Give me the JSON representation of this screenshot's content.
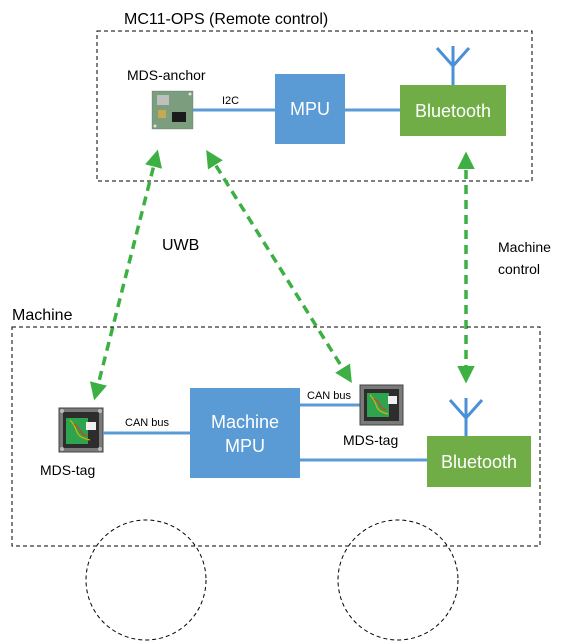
{
  "remote": {
    "title": "MC11-OPS (Remote control)",
    "anchor_label": "MDS-anchor",
    "i2c_label": "I2C",
    "mpu_label": "MPU",
    "bluetooth_label": "Bluetooth"
  },
  "links": {
    "uwb_label": "UWB",
    "machine_control_line1": "Machine",
    "machine_control_line2": "control"
  },
  "machine": {
    "title": "Machine",
    "tag_left_label": "MDS-tag",
    "can_bus_left_label": "CAN bus",
    "mpu_line1": "Machine",
    "mpu_line2": "MPU",
    "can_bus_right_label": "CAN bus",
    "tag_right_label": "MDS-tag",
    "bluetooth_label": "Bluetooth"
  },
  "colors": {
    "mpu_blue": "#5b9bd5",
    "bluetooth_green": "#70ad47",
    "link_blue": "#5b9bd5",
    "uwb_green": "#3cb043",
    "antenna_blue": "#4a90d9"
  }
}
